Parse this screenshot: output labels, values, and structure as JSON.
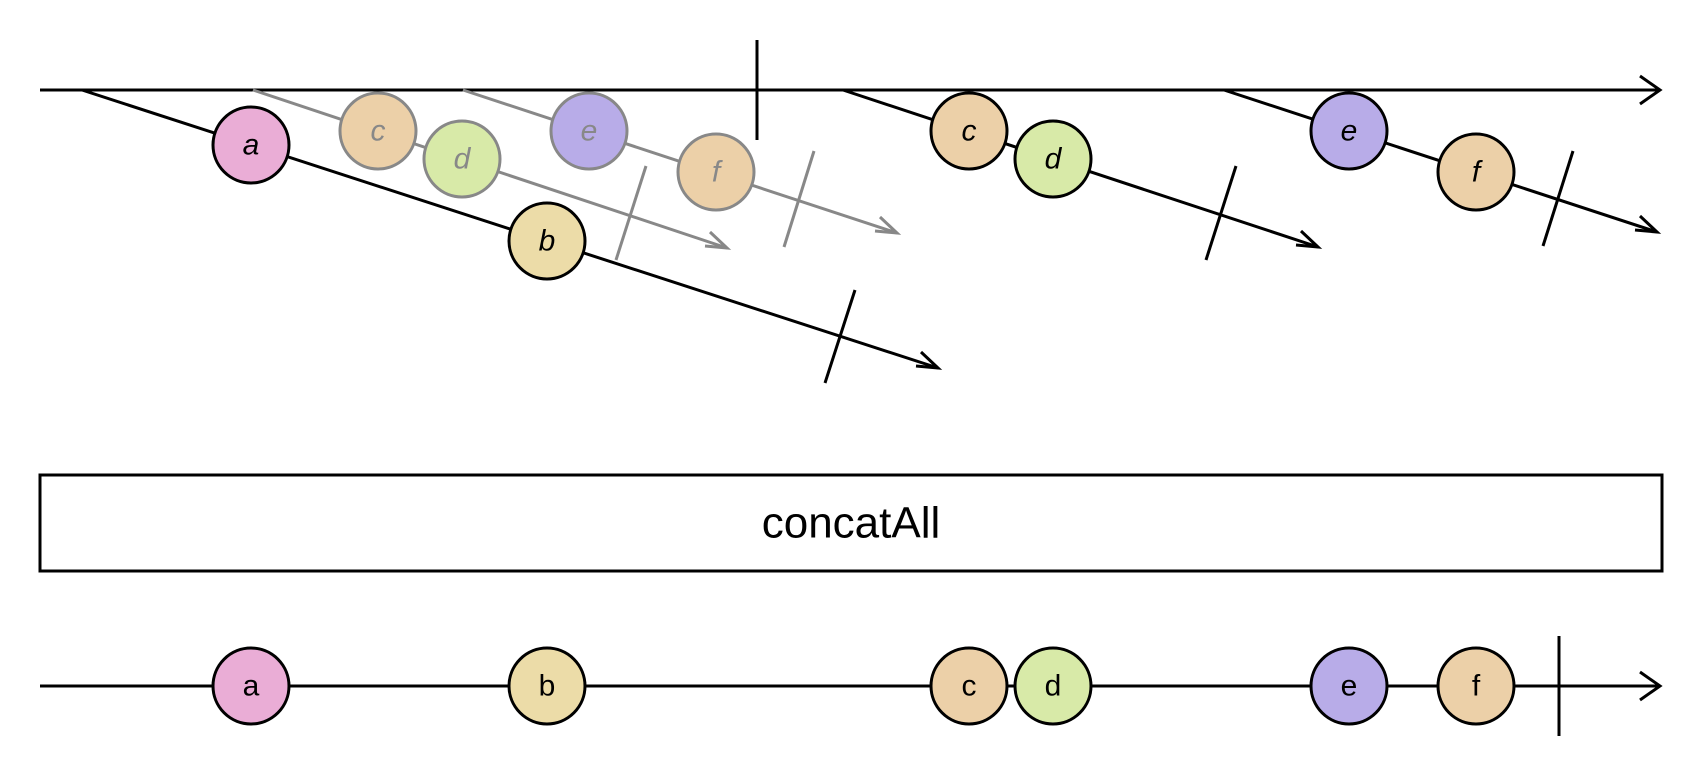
{
  "operator": {
    "label": "concatAll"
  },
  "colors": {
    "a": "#eaadd6",
    "b": "#ecdca8",
    "c": "#ecd0a8",
    "d": "#d8eaa8",
    "e": "#b8ace8",
    "f": "#ecd0a8",
    "ghost_stroke": "#888888",
    "line": "#000000"
  },
  "top": {
    "inner_a": {
      "marbles": [
        "a",
        "b"
      ]
    },
    "inner_ghost_1": {
      "marbles": [
        "c",
        "d"
      ]
    },
    "inner_ghost_2": {
      "marbles": [
        "e",
        "f"
      ]
    },
    "inner_b": {
      "marbles": [
        "c",
        "d"
      ]
    },
    "inner_c": {
      "marbles": [
        "e",
        "f"
      ]
    }
  },
  "bottom": {
    "marbles": [
      "a",
      "b",
      "c",
      "d",
      "e",
      "f"
    ]
  }
}
